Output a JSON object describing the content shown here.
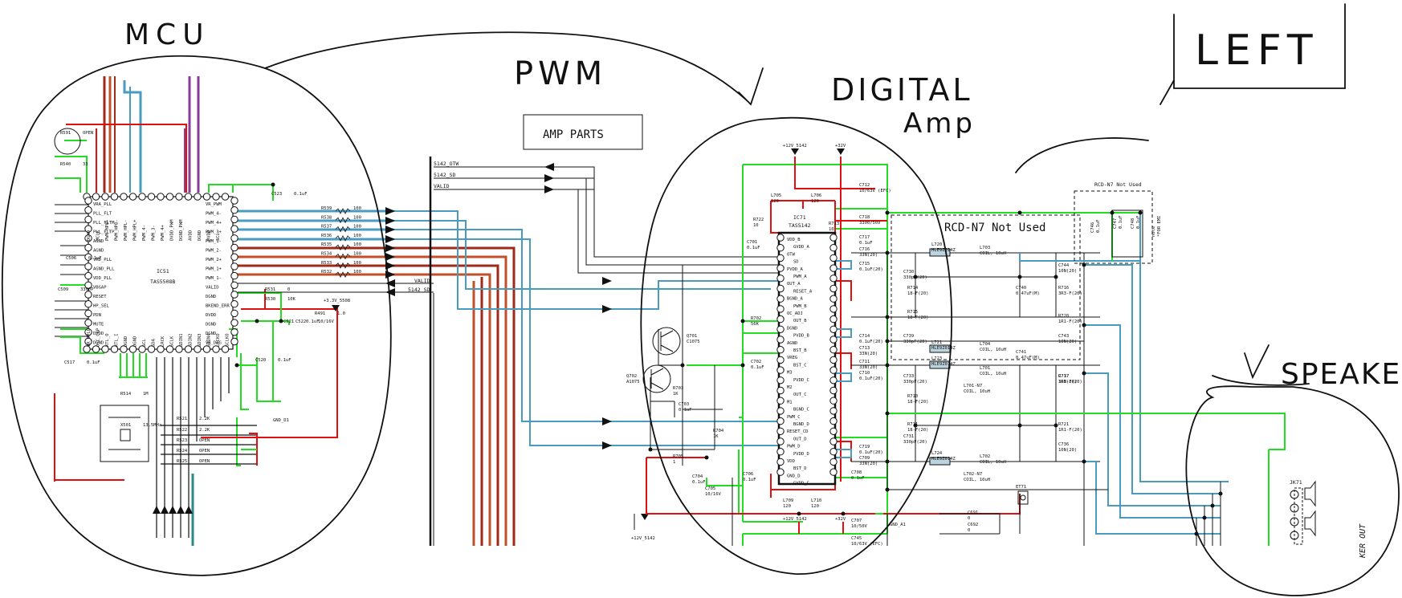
{
  "annotations": {
    "mcu": "MCU",
    "pwm": "PWM",
    "digital": "DIGITAL",
    "amp": "Amp",
    "left": "LEFT",
    "speaker": "SPEAKER"
  },
  "boxes": {
    "amp_parts": "AMP PARTS",
    "rcd_not_used_1": "RCD-N7 Not Used",
    "rcd_not_used_2": "RCD-N7 Not Used"
  },
  "chips": {
    "ic51": {
      "ref": "IC51",
      "part": "TAS5508B"
    },
    "ic71": {
      "ref": "IC71",
      "part": "TAS5142"
    }
  },
  "connectors": {
    "jk71": "JK71",
    "speaker_out": "KER OUT"
  },
  "power": {
    "v12_a": "+12V_5142",
    "v32_a": "+32V",
    "v12_b": "+12V_5142",
    "v32_b": "+32V",
    "v12_c": "+12V_5142",
    "v33": "+3.3V_5508",
    "gnd_d1": "GND_D1",
    "gnd_a1": "GND_A1"
  },
  "mcu_left_pins": [
    "VRA_PLL",
    "PLL_FLT",
    "PLL_FLTM",
    "PLL_FLTP",
    "AGND",
    "AGND",
    "VRD_PLL",
    "AGND_PLL",
    "VDD_PLL",
    "VBGAP",
    "RESET",
    "HP_SEL",
    "PDN",
    "MUTE",
    "DVDD",
    "DGND"
  ],
  "mcu_right_pins": [
    "VR_PWM",
    "PWM_4-",
    "PWM_4+",
    "PWM_3+",
    "PWM_1-",
    "PWM_2-",
    "PWM_2+",
    "PWM_1+",
    "PWM_1-",
    "VALID",
    "DGND",
    "BKEND_ERR",
    "DVDD",
    "DGND",
    "DGND",
    "VR_DIG"
  ],
  "mcu_top_pins": [
    "DGND",
    "MCLK",
    "PWM_HP8+",
    "PWM_HP8-",
    "PWM_HPL-",
    "PWM_HPL+",
    "PWM_4-",
    "PWM_3-",
    "PWM_4+",
    "DVDD_PWM",
    "DGND_PWM",
    "AVDD",
    "DGND",
    "DVDD",
    "SCL"
  ],
  "mcu_bottom_pins": [
    "VR_DPLL",
    "OSC_CAP",
    "XTL_O",
    "XTL_I",
    "DGND",
    "DGND",
    "SCL",
    "SDA",
    "LRCK",
    "SCLK",
    "SDIN1",
    "SDIN2",
    "SDIN3",
    "SDIN4",
    "LRCKO",
    "SCLKO"
  ],
  "resistors_pwm": [
    {
      "ref": "R539",
      "val": "100"
    },
    {
      "ref": "R538",
      "val": "100"
    },
    {
      "ref": "R537",
      "val": "100"
    },
    {
      "ref": "R536",
      "val": "100"
    },
    {
      "ref": "R535",
      "val": "100"
    },
    {
      "ref": "R534",
      "val": "100"
    },
    {
      "ref": "R533",
      "val": "100"
    },
    {
      "ref": "R532",
      "val": "100"
    }
  ],
  "mcu_misc": [
    {
      "ref": "R591",
      "val": "OPEN"
    },
    {
      "ref": "R540",
      "val": "33"
    },
    {
      "ref": "C523",
      "val": "0.1uF"
    },
    {
      "ref": "R531",
      "val": "0"
    },
    {
      "ref": "R530",
      "val": "10K"
    },
    {
      "ref": "R491",
      "val": "1.0"
    },
    {
      "ref": "C521",
      "val": "0.1uF"
    },
    {
      "ref": "C522",
      "val": "10/16V"
    },
    {
      "ref": "C520",
      "val": "0.1uF"
    },
    {
      "ref": "C517",
      "val": "0.1uF"
    },
    {
      "ref": "R514",
      "val": "1M"
    },
    {
      "ref": "X501",
      "val": "13.5MHz"
    },
    {
      "ref": "C506",
      "val": "0.1uF"
    },
    {
      "ref": "C509",
      "val": "3300P"
    },
    {
      "ref": "R521",
      "val": "2.2K"
    },
    {
      "ref": "R522",
      "val": "2.2K"
    },
    {
      "ref": "R523",
      "val": "OPEN"
    },
    {
      "ref": "R524",
      "val": "OPEN"
    },
    {
      "ref": "R525",
      "val": "OPEN"
    }
  ],
  "bus_signals": [
    "5142_OTW",
    "5142_SD",
    "VALID",
    "VALID",
    "5142_SD"
  ],
  "amp_left_pins": [
    "VDD_B",
    "GVDD_A",
    "OTW",
    "SD",
    "PVDD_A",
    "PWM_A",
    "OUT_A",
    "RESET_A",
    "BGND_A",
    "PWM_B",
    "OC_ADJ",
    "OUT_B",
    "DGND",
    "PVDD_B",
    "AGND",
    "BST_B",
    "VREG",
    "BST_C",
    "M3",
    "PVDD_C",
    "M2",
    "OUT_C",
    "M1",
    "BGND_C",
    "PWM_C",
    "BGND_D",
    "RESET_CD",
    "OUT_D",
    "PWM_D",
    "PVDD_D",
    "VDD",
    "BST_D",
    "GND_D",
    "GVDD_C"
  ],
  "amp_parts_list": [
    {
      "ref": "L705",
      "val": "120"
    },
    {
      "ref": "L706",
      "val": "120"
    },
    {
      "ref": "R722",
      "val": "10"
    },
    {
      "ref": "R713",
      "val": "10"
    },
    {
      "ref": "C701",
      "val": "0.1uF"
    },
    {
      "ref": "C712",
      "val": "10/63V (EFC)"
    },
    {
      "ref": "C718",
      "val": "3300/50V"
    },
    {
      "ref": "C717",
      "val": "0.1uF"
    },
    {
      "ref": "C716",
      "val": "33N(20)"
    },
    {
      "ref": "C715",
      "val": "0.1uF(20)"
    },
    {
      "ref": "R702",
      "val": "56K"
    },
    {
      "ref": "Q701",
      "val": "C1075"
    },
    {
      "ref": "Q702",
      "val": "A1075"
    },
    {
      "ref": "C702",
      "val": "0.1uF"
    },
    {
      "ref": "C703",
      "val": "0.1uF"
    },
    {
      "ref": "R703",
      "val": "1K"
    },
    {
      "ref": "R704",
      "val": "1K"
    },
    {
      "ref": "C714",
      "val": "0.1uF(20)"
    },
    {
      "ref": "C713",
      "val": "33N(20)"
    },
    {
      "ref": "C711",
      "val": "33N(20)"
    },
    {
      "ref": "C710",
      "val": "0.1uF(20)"
    },
    {
      "ref": "C719",
      "val": "0.1uF(20)"
    },
    {
      "ref": "C709",
      "val": "33N(20)"
    },
    {
      "ref": "C708",
      "val": "0.1uF"
    },
    {
      "ref": "R705",
      "val": "1"
    },
    {
      "ref": "C704",
      "val": "0.1uF"
    },
    {
      "ref": "C705",
      "val": "10/16V"
    },
    {
      "ref": "C706",
      "val": "0.1uF"
    },
    {
      "ref": "C707",
      "val": "10/50V"
    },
    {
      "ref": "L709",
      "val": "120"
    },
    {
      "ref": "L710",
      "val": "120"
    },
    {
      "ref": "C745",
      "val": "10/63V (EFC)"
    }
  ],
  "filter_parts": [
    {
      "ref": "L720",
      "val": "HLE9Z014Z"
    },
    {
      "ref": "L721",
      "val": "HLE9Z014Z"
    },
    {
      "ref": "L723",
      "val": "HLE9Z014Z"
    },
    {
      "ref": "L724",
      "val": "HLE9Z014Z"
    },
    {
      "ref": "L703",
      "val": "COIL, 10uH"
    },
    {
      "ref": "L704",
      "val": "COIL, 10uH"
    },
    {
      "ref": "L701",
      "val": "COIL, 10uH"
    },
    {
      "ref": "L701-N7",
      "val": "COIL, 10uH"
    },
    {
      "ref": "L702",
      "val": "COIL, 10uH"
    },
    {
      "ref": "L702-N7",
      "val": "COIL, 10uH"
    },
    {
      "ref": "C740",
      "val": "0.47uF(M)"
    },
    {
      "ref": "C741",
      "val": "0.47uF(M)"
    },
    {
      "ref": "C730",
      "val": "330pF(20)"
    },
    {
      "ref": "C739",
      "val": "330pF(20)"
    },
    {
      "ref": "C733",
      "val": "330pF(20)"
    },
    {
      "ref": "C731",
      "val": "330pF(20)"
    },
    {
      "ref": "R714",
      "val": "18-F(20)"
    },
    {
      "ref": "R715",
      "val": "18-F(20)"
    },
    {
      "ref": "R710",
      "val": "18-F(20)"
    },
    {
      "ref": "R711",
      "val": "18-F(20)"
    },
    {
      "ref": "C744",
      "val": "10N(20)"
    },
    {
      "ref": "C743",
      "val": "10N(20)"
    },
    {
      "ref": "C737",
      "val": "10N(20)"
    },
    {
      "ref": "C736",
      "val": "10N(20)"
    },
    {
      "ref": "R716",
      "val": "3R3-F(20)"
    },
    {
      "ref": "R717",
      "val": "3R3-F(20)"
    },
    {
      "ref": "R720",
      "val": "1R1-F(20)"
    },
    {
      "ref": "R721",
      "val": "1R1-F(20)"
    },
    {
      "ref": "C691",
      "val": "0"
    },
    {
      "ref": "C692",
      "val": "0"
    },
    {
      "ref": "ET71",
      "val": ""
    }
  ],
  "emi_parts": [
    {
      "ref": "C746",
      "val": "0.1uF"
    },
    {
      "ref": "C747",
      "val": "0.1uF"
    },
    {
      "ref": "C748",
      "val": "0.1uF"
    },
    {
      "ref": "note",
      "val": "*FOR EMI"
    }
  ],
  "colors": {
    "red": "#e01010",
    "green": "#22dd22",
    "blue": "#4a9bc0",
    "darkred": "#a02a18",
    "brown": "#b04a2a",
    "purple": "#8a3a98",
    "teal": "#2a8a8a",
    "ink": "#111111"
  }
}
